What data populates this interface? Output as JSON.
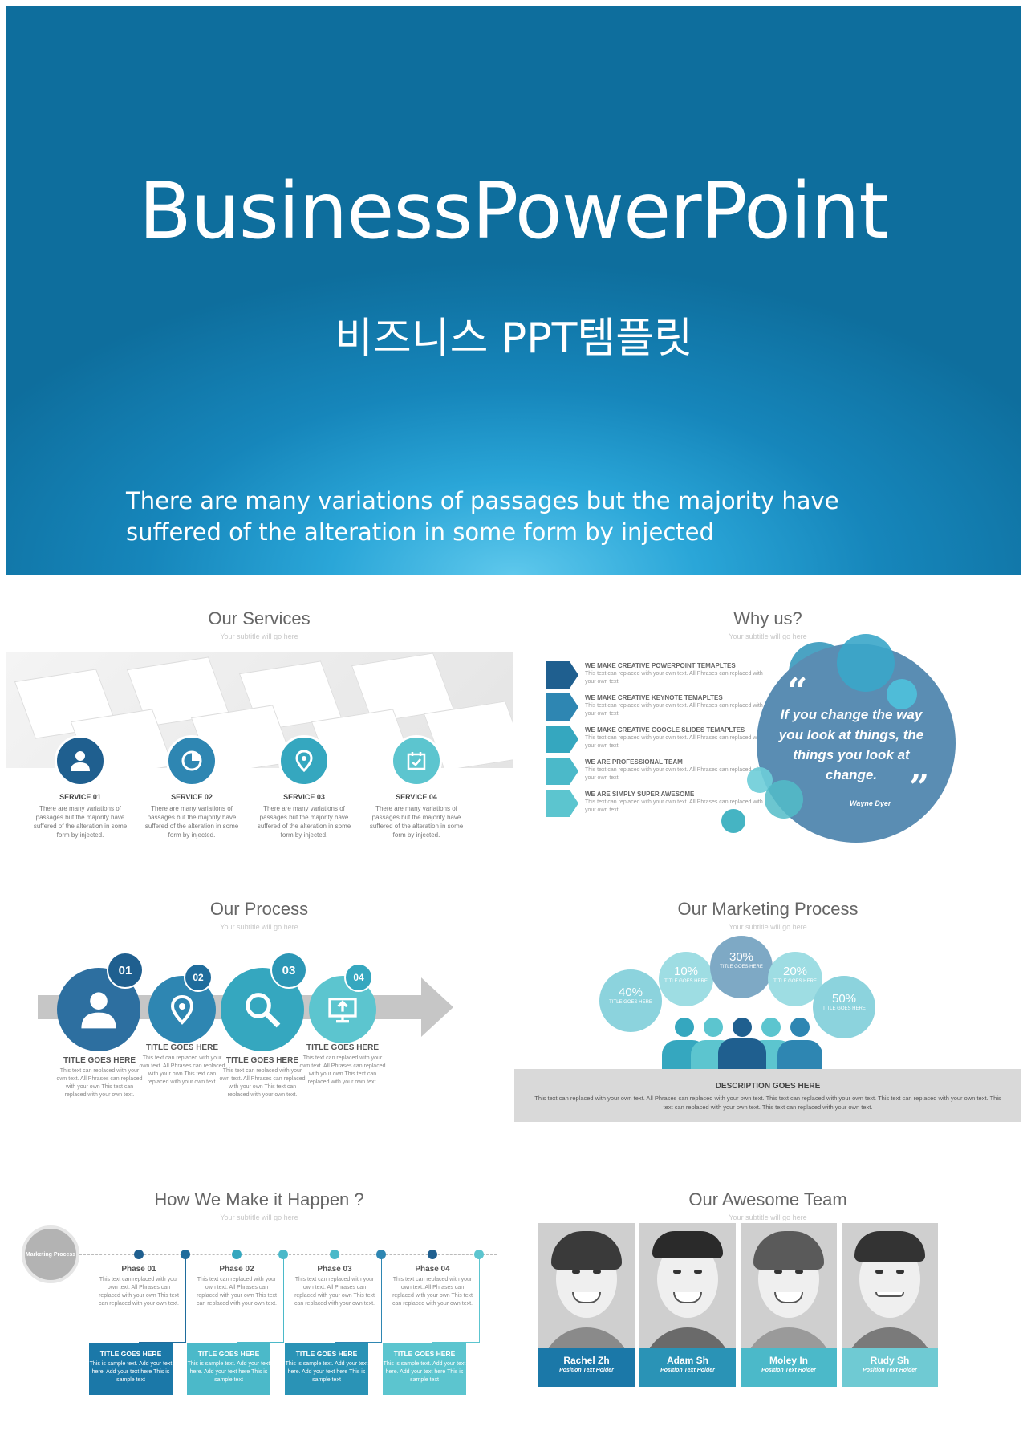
{
  "hero": {
    "title": "BusinessPowerPoint",
    "subtitle": "비즈니스 PPT템플릿",
    "description": "There are many variations of passages but the majority have  suffered of the alteration in some form by injected"
  },
  "colors": {
    "hero_blue": "#1686bb",
    "navy": "#1f5f8f",
    "mid_blue": "#2e86b2",
    "teal": "#35a7bf",
    "light_teal": "#5cc5cf",
    "grey": "#c6c6c6"
  },
  "services": {
    "title": "Our Services",
    "subtitle": "Your subtitle will go here",
    "items": [
      {
        "label": "SERVICE 01",
        "icon": "user-icon",
        "text": "There are many variations of passages but the majority have suffered  of the alteration in some form by injected."
      },
      {
        "label": "SERVICE 02",
        "icon": "pie-chart-icon",
        "text": "There are many variations of passages but the majority have suffered  of the alteration in some form by injected."
      },
      {
        "label": "SERVICE 03",
        "icon": "location-pin-icon",
        "text": "There are many variations of passages but the majority have suffered  of the alteration in some form by injected."
      },
      {
        "label": "SERVICE 04",
        "icon": "calendar-check-icon",
        "text": "There are many variations of passages but the majority have suffered  of the alteration in some form by injected."
      }
    ]
  },
  "why": {
    "title": "Why us?",
    "subtitle": "Your subtitle will go here",
    "items": [
      {
        "title": "WE MAKE CREATIVE POWERPOINT TEMAPLTES",
        "text": "This text can replaced with your own text. All Phrases can replaced with your own text"
      },
      {
        "title": "WE MAKE CREATIVE KEYNOTE TEMAPLTES",
        "text": "This text can replaced with your own text. All Phrases can replaced with your own text"
      },
      {
        "title": "WE MAKE CREATIVE GOOGLE SLIDES TEMAPLTES",
        "text": "This text can replaced with your own text. All Phrases can replaced with your own text"
      },
      {
        "title": "WE ARE PROFESSIONAL TEAM",
        "text": "This text can replaced with your own text. All Phrases can replaced with your own text"
      },
      {
        "title": "WE ARE SIMPLY SUPER AWESOME",
        "text": "This text can replaced with your own text. All Phrases can replaced with your own text"
      }
    ],
    "quote": "If you change the way you look at things, the things you look at change.",
    "author": "Wayne Dyer"
  },
  "process": {
    "title": "Our Process",
    "subtitle": "Your subtitle will go here",
    "steps": [
      {
        "num": "01",
        "icon": "user-icon",
        "title": "TITLE GOES HERE",
        "text": "This text can replaced with your own text. All Phrases can replaced with your own This text can replaced with your own text."
      },
      {
        "num": "02",
        "icon": "location-pin-icon",
        "title": "TITLE GOES HERE",
        "text": "This text can replaced with your own text. All Phrases can replaced with your own This text can replaced with your own text."
      },
      {
        "num": "03",
        "icon": "search-icon",
        "title": "TITLE GOES HERE",
        "text": "This text can replaced with your own text. All Phrases can replaced with your own This text can replaced with your own text."
      },
      {
        "num": "04",
        "icon": "monitor-upload-icon",
        "title": "TITLE GOES HERE",
        "text": "This text can replaced with your own text. All Phrases can replaced with your own This text can replaced with your own text."
      }
    ]
  },
  "marketing": {
    "title": "Our Marketing Process",
    "subtitle": "Your subtitle will go here",
    "bubbles": [
      {
        "pct": "40%",
        "label": "TITLE GOES HERE"
      },
      {
        "pct": "10%",
        "label": "TITLE GOES HERE"
      },
      {
        "pct": "30%",
        "label": "TITLE GOES HERE"
      },
      {
        "pct": "20%",
        "label": "TITLE GOES HERE"
      },
      {
        "pct": "50%",
        "label": "TITLE GOES HERE"
      }
    ],
    "desc_title": "DESCRIPTION GOES HERE",
    "desc_text": "This text can replaced with your own text. All Phrases can replaced with your own text. This text can replaced with your own text. This text can replaced with your own text. This text can replaced with your own text. This text can replaced with your own text."
  },
  "how": {
    "title": "How We Make it Happen ?",
    "subtitle": "Your subtitle will go here",
    "start": "Marketing Process",
    "phases": [
      {
        "label": "Phase 01",
        "text": "This text can replaced with your own text. All Phrases can replaced with your own This text can replaced with your own text.",
        "box_title": "TITLE GOES HERE",
        "box_text": "This is sample text. Add your text here. Add your text here This is sample text"
      },
      {
        "label": "Phase 02",
        "text": "This text can replaced with your own text. All Phrases can replaced with your own This text can replaced with your own text.",
        "box_title": "TITLE GOES HERE",
        "box_text": "This is sample text. Add your text here. Add your text here This is sample text"
      },
      {
        "label": "Phase 03",
        "text": "This text can replaced with your own text. All Phrases can replaced with your own This text can replaced with your own text.",
        "box_title": "TITLE GOES HERE",
        "box_text": "This is sample text. Add your text here. Add your text here This is sample text"
      },
      {
        "label": "Phase 04",
        "text": "This text can replaced with your own text. All Phrases can replaced with your own This text can replaced with your own text.",
        "box_title": "TITLE GOES HERE",
        "box_text": "This is sample text. Add your text here. Add your text here This is sample text"
      }
    ]
  },
  "team": {
    "title": "Our Awesome Team",
    "subtitle": "Your subtitle will go here",
    "members": [
      {
        "name": "Rachel Zh",
        "position": "Position Text Holder"
      },
      {
        "name": "Adam Sh",
        "position": "Position Text Holder"
      },
      {
        "name": "Moley In",
        "position": "Position Text Holder"
      },
      {
        "name": "Rudy Sh",
        "position": "Position Text Holder"
      }
    ]
  }
}
